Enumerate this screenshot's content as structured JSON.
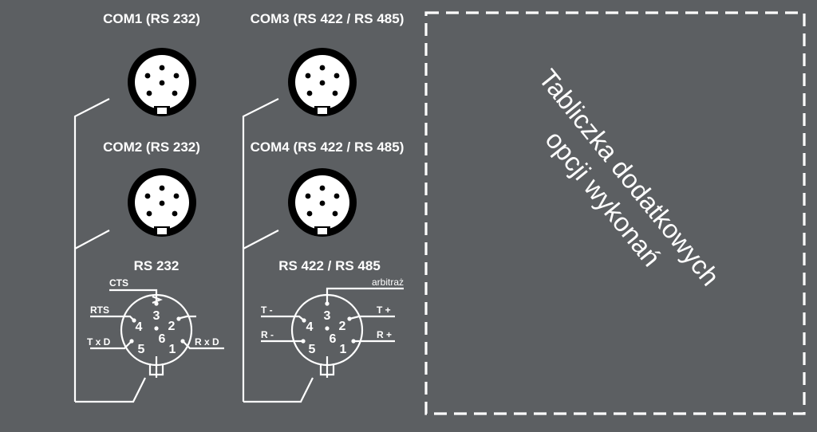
{
  "connectors": {
    "com1": "COM1 (RS 232)",
    "com2": "COM2 (RS 232)",
    "com3": "COM3 (RS 422 / RS 485)",
    "com4": "COM4 (RS 422 / RS 485)"
  },
  "rs232": {
    "title": "RS 232",
    "cts": "CTS",
    "rts": "RTS",
    "txd": "T x D",
    "rxd": "R x D",
    "pins": [
      "1",
      "2",
      "3",
      "4",
      "5",
      "6"
    ]
  },
  "rs485": {
    "title": "RS 422 / RS 485",
    "arbitration": "arbitraż",
    "t_minus": "T -",
    "t_plus": "T +",
    "r_minus": "R -",
    "r_plus": "R +",
    "pins": [
      "1",
      "2",
      "3",
      "4",
      "5",
      "6"
    ]
  },
  "panel": {
    "line1": "Tabliczka dodatkowych",
    "line2": "opcji wykonań"
  },
  "colors": {
    "background": "#5c5f62",
    "foreground": "#ffffff",
    "connector_body": "#000000"
  }
}
